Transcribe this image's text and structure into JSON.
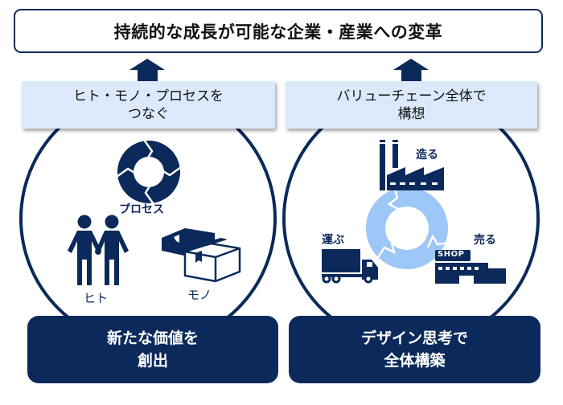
{
  "goal": {
    "title": "持続的な成長が可能な企業・産業への変革"
  },
  "colors": {
    "navy": "#0b2a5b",
    "label_bg": "#dce9fb",
    "cycle_light": "#9cc7f7"
  },
  "left": {
    "header_line1": "ヒト・モノ・プロセスを",
    "header_line2": "つなぐ",
    "icons": [
      {
        "name": "process-cycle-icon",
        "label": "プロセス"
      },
      {
        "name": "people-icon",
        "label": "ヒト"
      },
      {
        "name": "boxes-icon",
        "label": "モノ"
      }
    ],
    "result_line1": "新たな価値を",
    "result_line2": "創出"
  },
  "right": {
    "header_line1": "バリューチェーン全体で",
    "header_line2": "構想",
    "icons": [
      {
        "name": "factory-icon",
        "label": "造る"
      },
      {
        "name": "truck-icon",
        "label": "運ぶ"
      },
      {
        "name": "shop-icon",
        "label": "売る",
        "badge": "SHOP"
      }
    ],
    "result_line1": "デザイン思考で",
    "result_line2": "全体構築"
  }
}
